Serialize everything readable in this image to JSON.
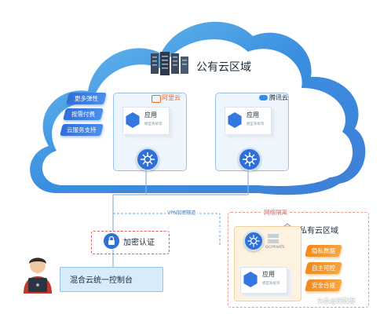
{
  "public_cloud": {
    "title": "公有云区域",
    "features": [
      "更多弹性",
      "按需付费",
      "云服务支持"
    ],
    "vendors": [
      {
        "name": "阿里云",
        "app_label": "应用",
        "app_sub": "模型系统等"
      },
      {
        "name": "腾讯云",
        "app_label": "应用",
        "app_sub": "模型系统等"
      }
    ]
  },
  "connection": {
    "vpn_label": "VPN加密隧道"
  },
  "encryption": {
    "label": "加密认证"
  },
  "console": {
    "label": "混合云统一控制台"
  },
  "private_cloud": {
    "title": "私有云区域",
    "isolation_label": "网络隔离",
    "server_caption": "IDC/PRIVATE",
    "app_label": "应用",
    "app_sub": "模型系统等",
    "features": [
      "隐私数据",
      "自主可控",
      "安全合规"
    ]
  },
  "watermark": "头条@快数据",
  "colors": {
    "primary_blue": "#2f6fd8",
    "orange": "#f08a1c",
    "isolation_red": "#e0605a",
    "console_fill": "#d8ebfa"
  }
}
